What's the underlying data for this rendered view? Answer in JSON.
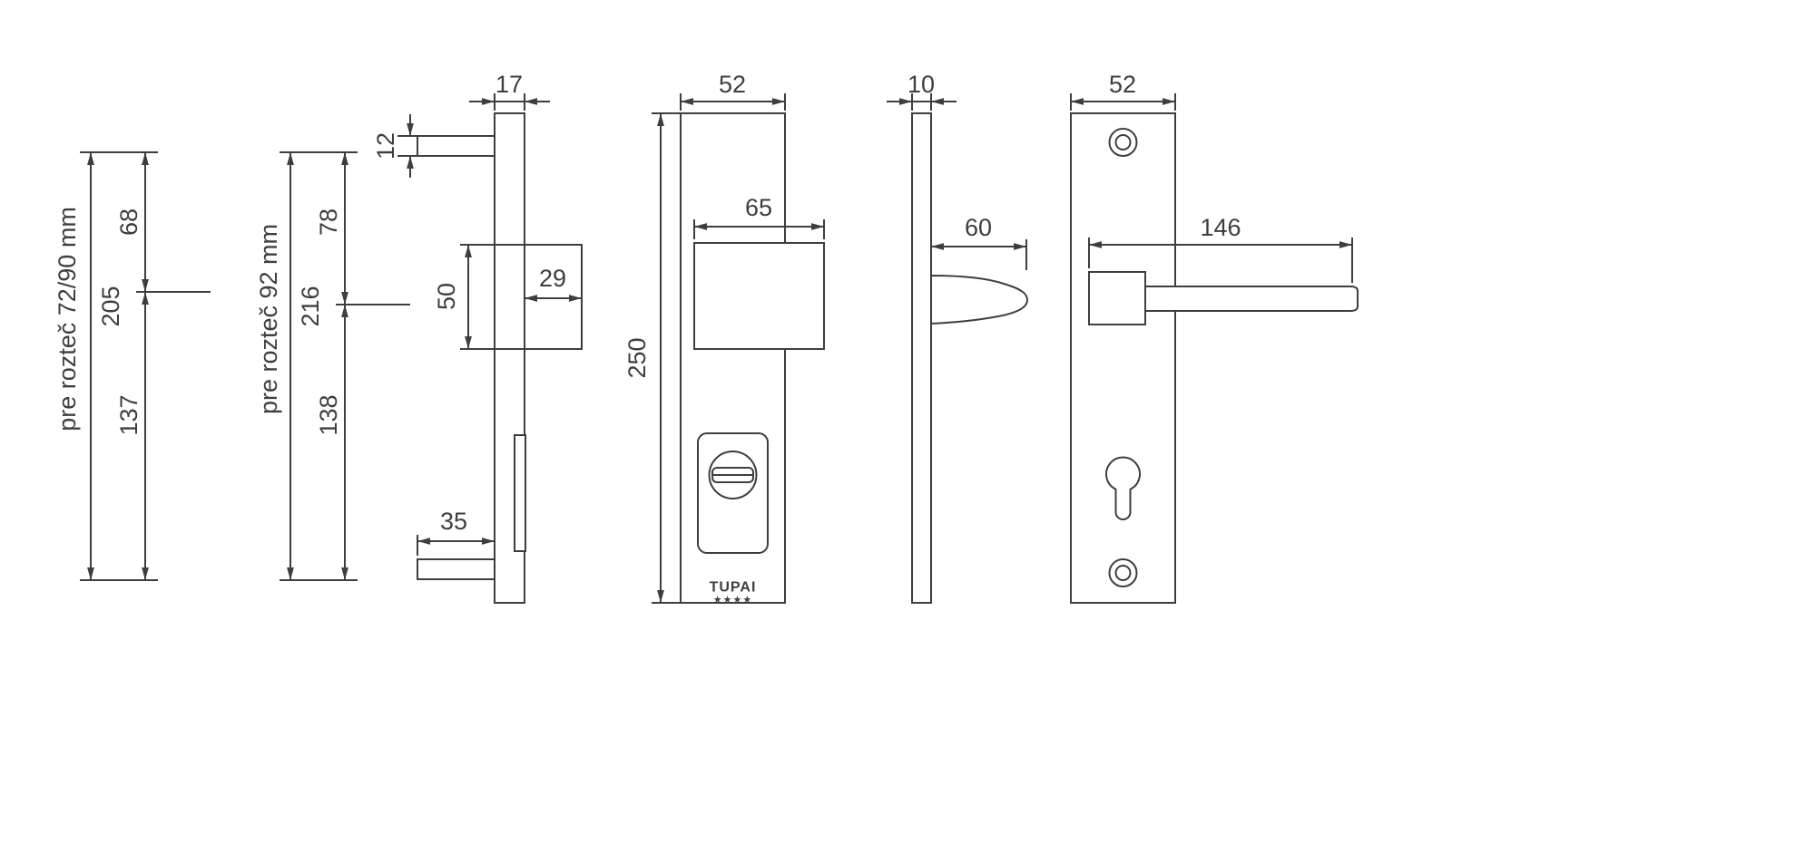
{
  "page": {
    "background": "#ffffff",
    "line_color": "#3e3e40"
  },
  "reference_dims": {
    "group1": {
      "label": "pre rozteč 72/90 mm",
      "total": "205",
      "upper": "68",
      "lower": "137"
    },
    "group2": {
      "label": "pre rozteč 92 mm",
      "total": "216",
      "upper": "78",
      "lower": "138"
    }
  },
  "exterior_side": {
    "plate_thickness": "17",
    "bolt_thickness": "12",
    "knob_height": "50",
    "knob_depth": "29",
    "bolt_length": "35"
  },
  "exterior_front": {
    "plate_width": "52",
    "plate_height": "250",
    "knob_width": "65",
    "brand": "TUPAI",
    "brand_stars": "★★★★"
  },
  "interior_side": {
    "plate_thickness": "10",
    "handle_depth": "60"
  },
  "interior_front": {
    "plate_width": "52",
    "handle_length": "146"
  }
}
